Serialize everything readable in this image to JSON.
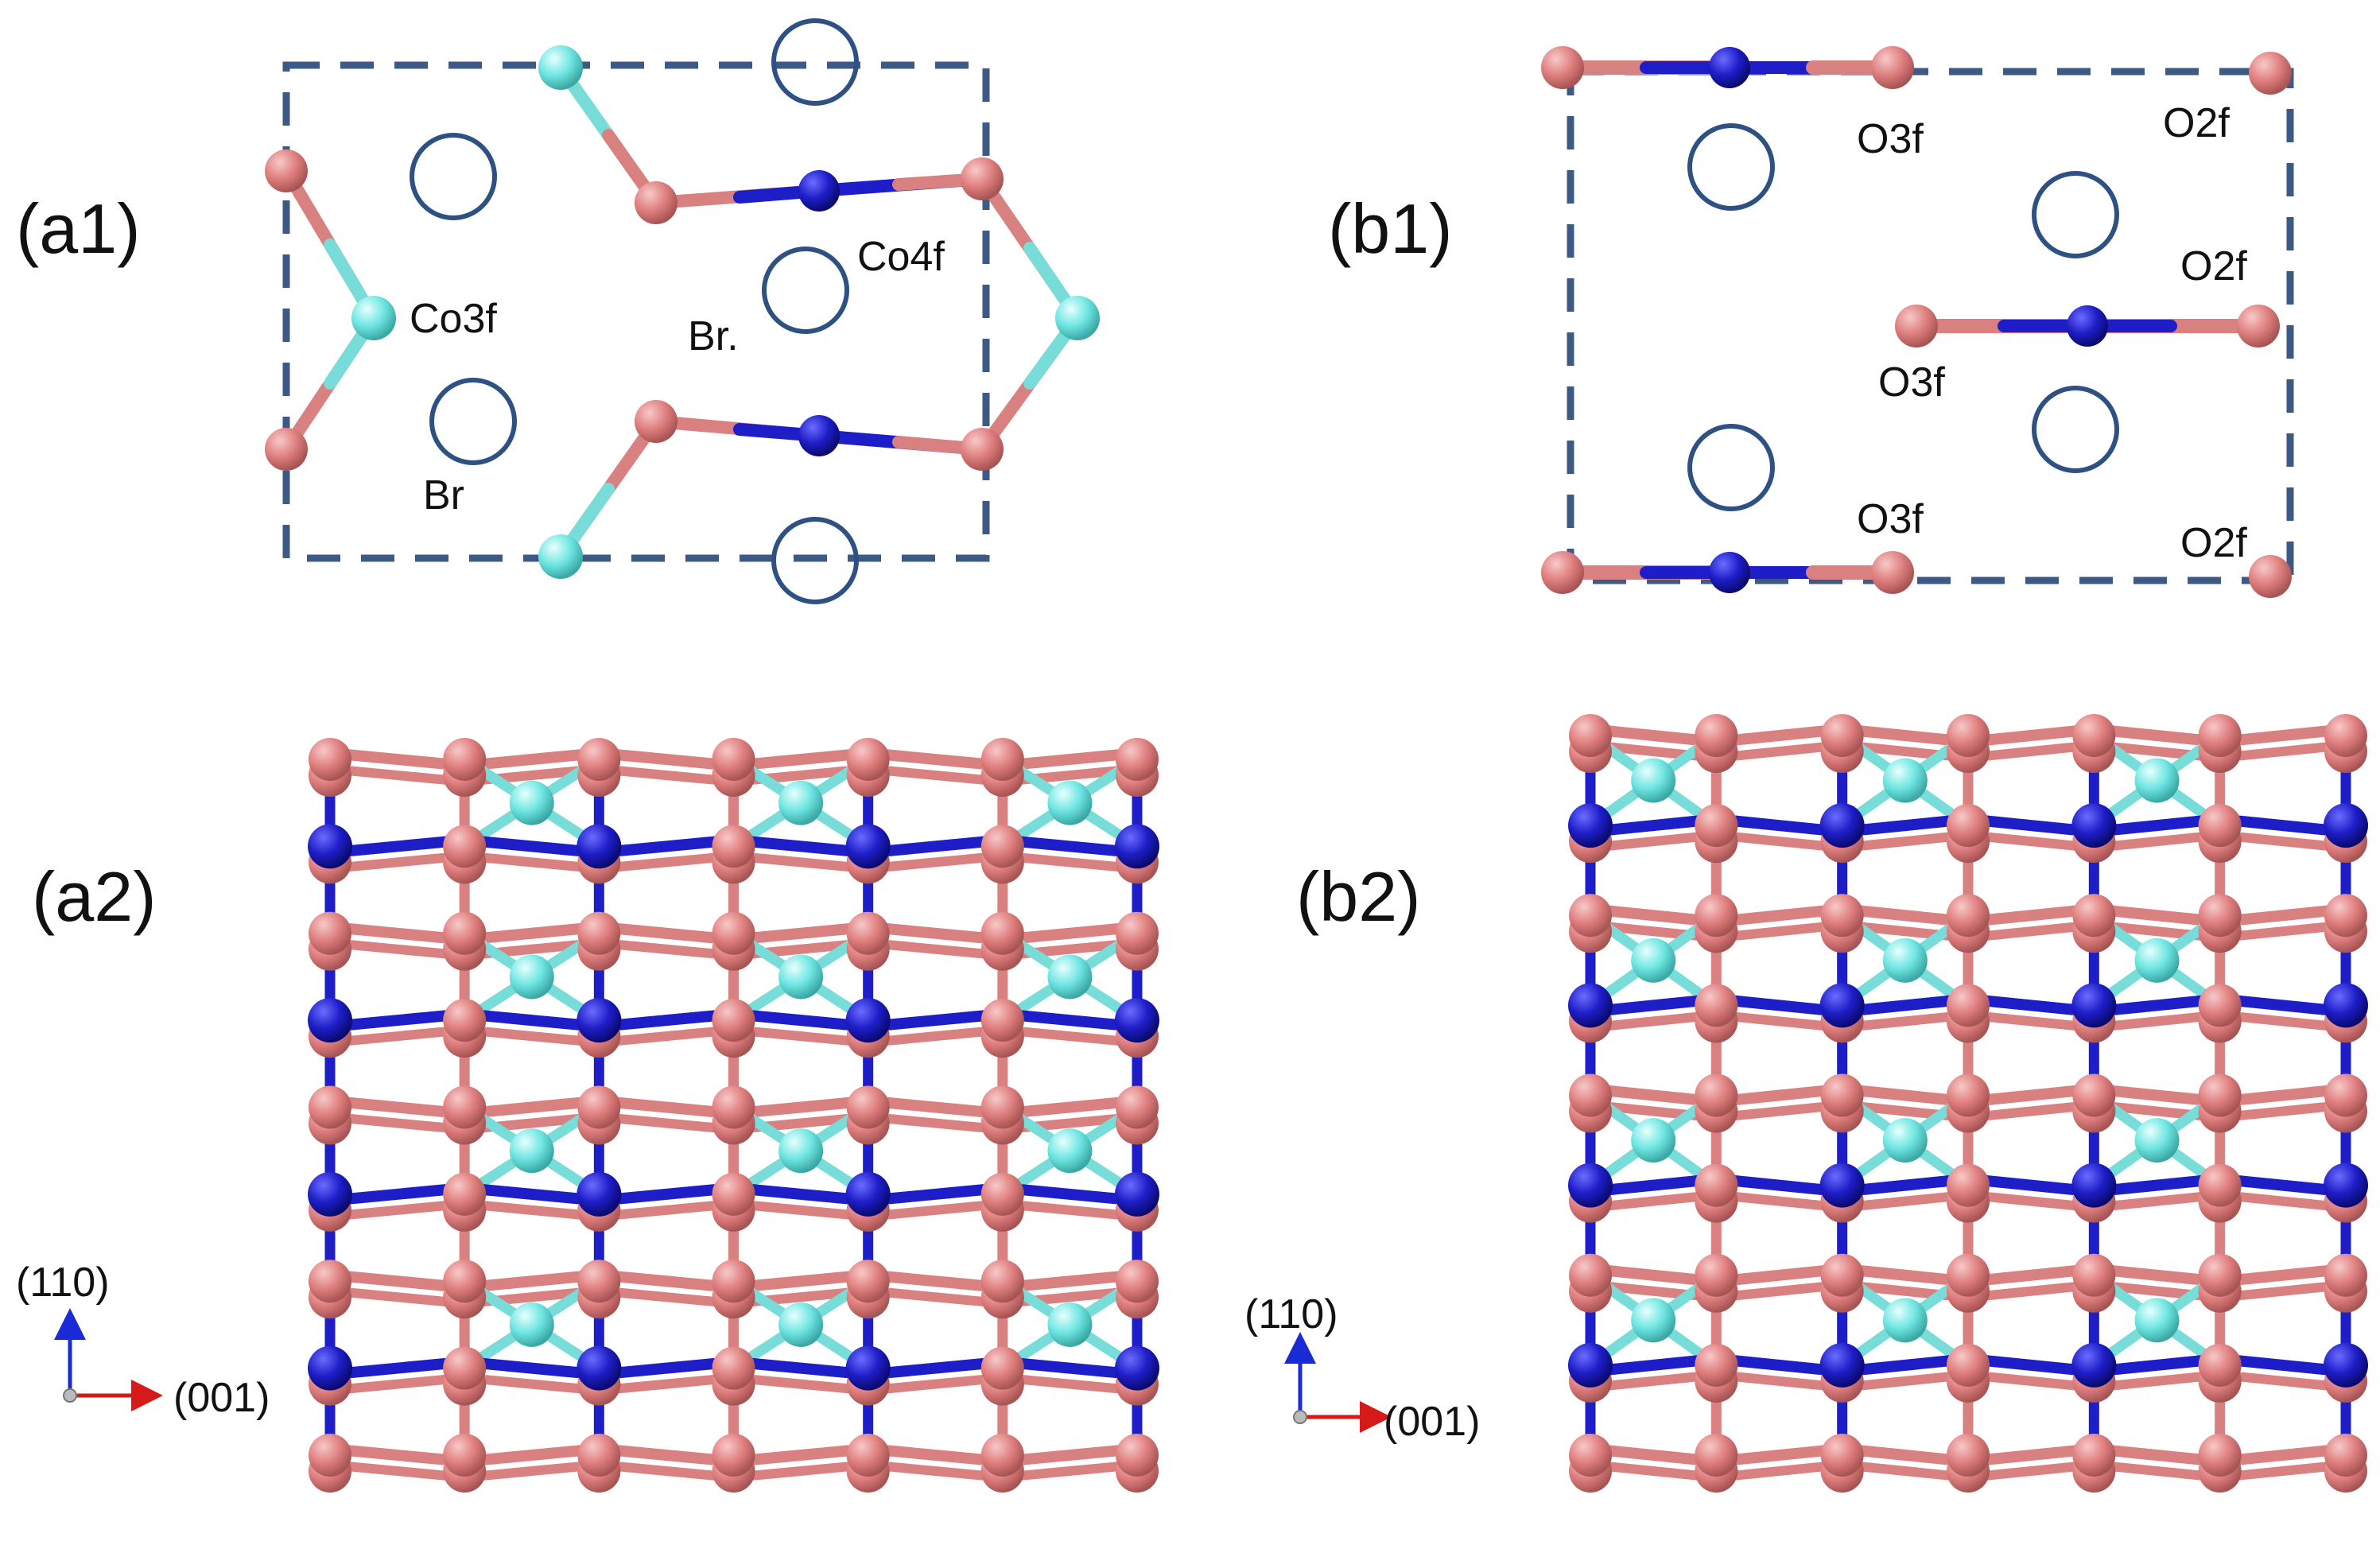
{
  "panels": {
    "a1": {
      "label": "(a1)",
      "atoms": {
        "co3f": "Co3f",
        "co4f": "Co4f",
        "br": "Br",
        "br_dot": "Br."
      }
    },
    "b1": {
      "label": "(b1)",
      "atoms": {
        "o3f_top": "O3f",
        "o2f_top": "O2f",
        "o2f_mid": "O2f",
        "o3f_mid": "O3f",
        "o3f_bot": "O3f",
        "o2f_bot": "O2f"
      }
    },
    "a2": {
      "label": "(a2)",
      "axis_up": "(110)",
      "axis_right": "(001)"
    },
    "b2": {
      "label": "(b2)",
      "axis_up": "(110)",
      "axis_right": "(001)"
    }
  },
  "colors": {
    "oxygen": "#e07f7f",
    "oxygen_dark": "#b55c5c",
    "cobalt_oct": "#1e1ec8",
    "cobalt_tet": "#6fe6e2",
    "vacancy": "#2e5184",
    "cell": "#3d5a86",
    "axis_up": "#1a2bd6",
    "axis_right": "#d61a1a"
  }
}
